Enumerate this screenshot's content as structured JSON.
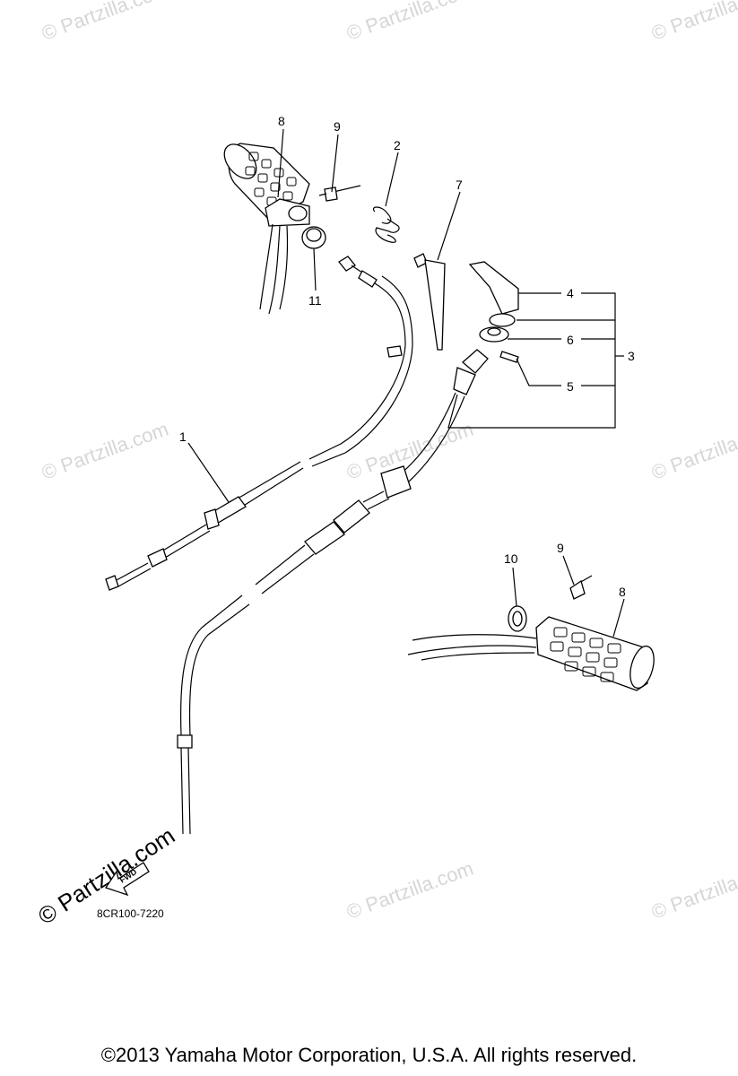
{
  "watermark": "© Partzilla.com",
  "watermark_bold": "© Partzilla.com",
  "callouts": {
    "c1": "1",
    "c2": "2",
    "c3": "3",
    "c4": "4",
    "c5": "5",
    "c6": "6",
    "c7": "7",
    "c8a": "8",
    "c8b": "8",
    "c9a": "9",
    "c9b": "9",
    "c10": "10",
    "c11": "11"
  },
  "fwd_label": "FWD",
  "diagram_code": "8CR100-7220",
  "footer": "©2013  Yamaha Motor Corporation, U.S.A. All rights reserved."
}
